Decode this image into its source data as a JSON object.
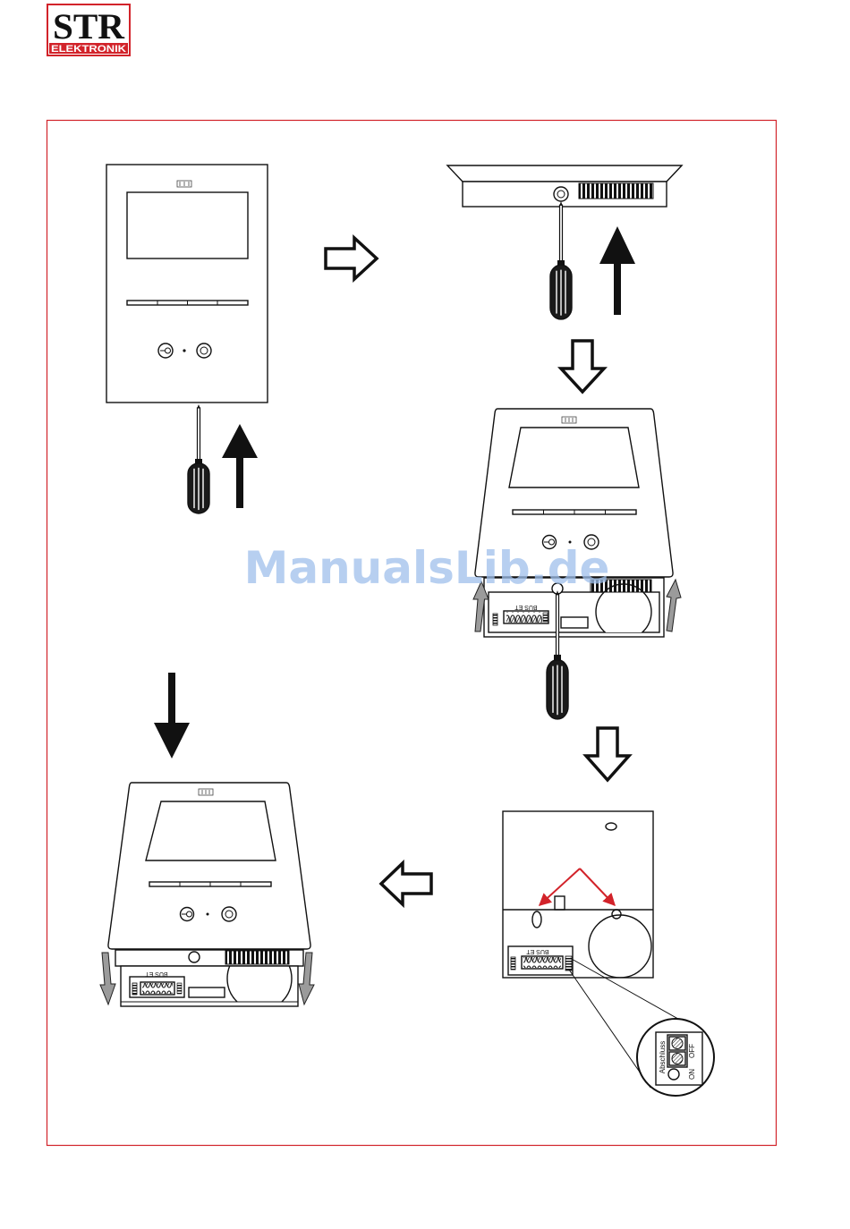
{
  "logo": {
    "brand": "STR",
    "subtitle": "ELEKTRONIK"
  },
  "watermark": "ManualsLib.de",
  "colors": {
    "brand_red": "#d2232a",
    "watermark_blue": "#9fc0ec",
    "line_art": "#111111"
  },
  "device": {
    "terminal_label": "BUS  ET"
  },
  "switch_detail": {
    "label": "Abschluss",
    "on": "ON",
    "off": "OFF"
  }
}
